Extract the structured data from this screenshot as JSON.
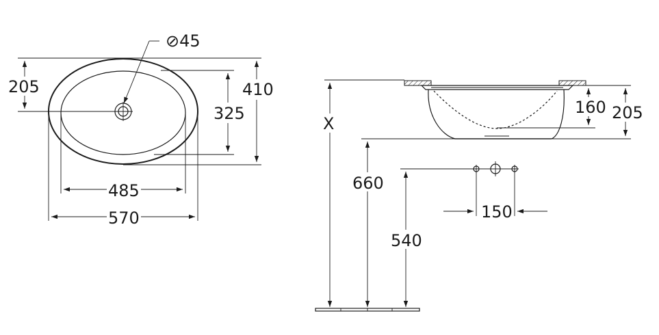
{
  "top_view": {
    "hole_diameter_label": "⊘45",
    "dim_205": "205",
    "dim_325": "325",
    "dim_410": "410",
    "dim_485": "485",
    "dim_570": "570"
  },
  "side_view": {
    "dim_x": "X",
    "dim_160": "160",
    "dim_205": "205",
    "dim_660": "660",
    "dim_540": "540",
    "dim_150": "150"
  }
}
